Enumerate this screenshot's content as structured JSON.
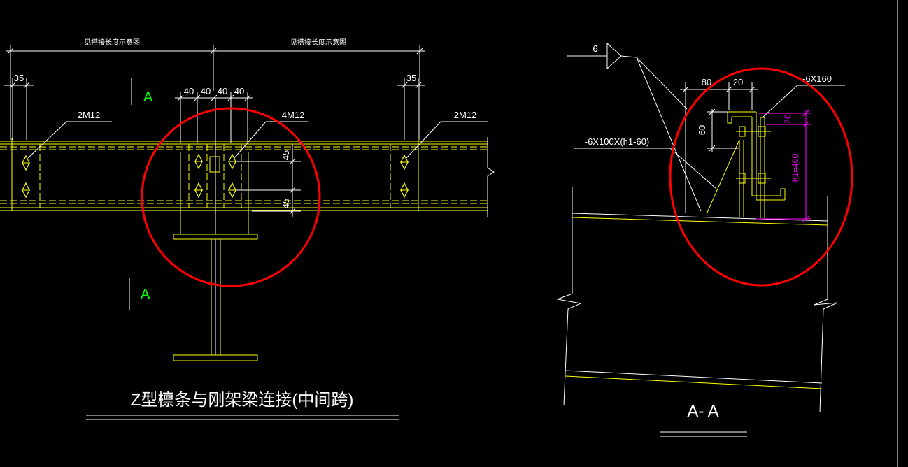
{
  "colors": {
    "background": "#000000",
    "line": "#ffffff",
    "member": "#ffff00",
    "section_mark": "#00ff00",
    "highlight": "#ff0000",
    "dimension_magenta": "#ff00ff"
  },
  "left": {
    "dim_top_left": "见搭接长度示意图",
    "dim_top_right": "见搭接长度示意图",
    "dim_35_left": "35",
    "dim_35_right": "35",
    "dim_40": [
      "40",
      "40",
      "40",
      "40"
    ],
    "section_top": "A",
    "section_bottom": "A",
    "bolt_left": "2M12",
    "bolt_mid": "4M12",
    "bolt_right": "2M12",
    "dim_45": [
      "45",
      "45"
    ],
    "title": "Z型檩条与刚架梁连接(中间跨)"
  },
  "right": {
    "weld_size": "6",
    "dim_80": "80",
    "dim_20_top": "20",
    "plate_label": "-6X160",
    "dim_60": "60",
    "dim_20_side": "20",
    "stiffener_label": "-6X100X(h1-60)",
    "h1_label": "h1=400",
    "section_title": "A- A"
  }
}
